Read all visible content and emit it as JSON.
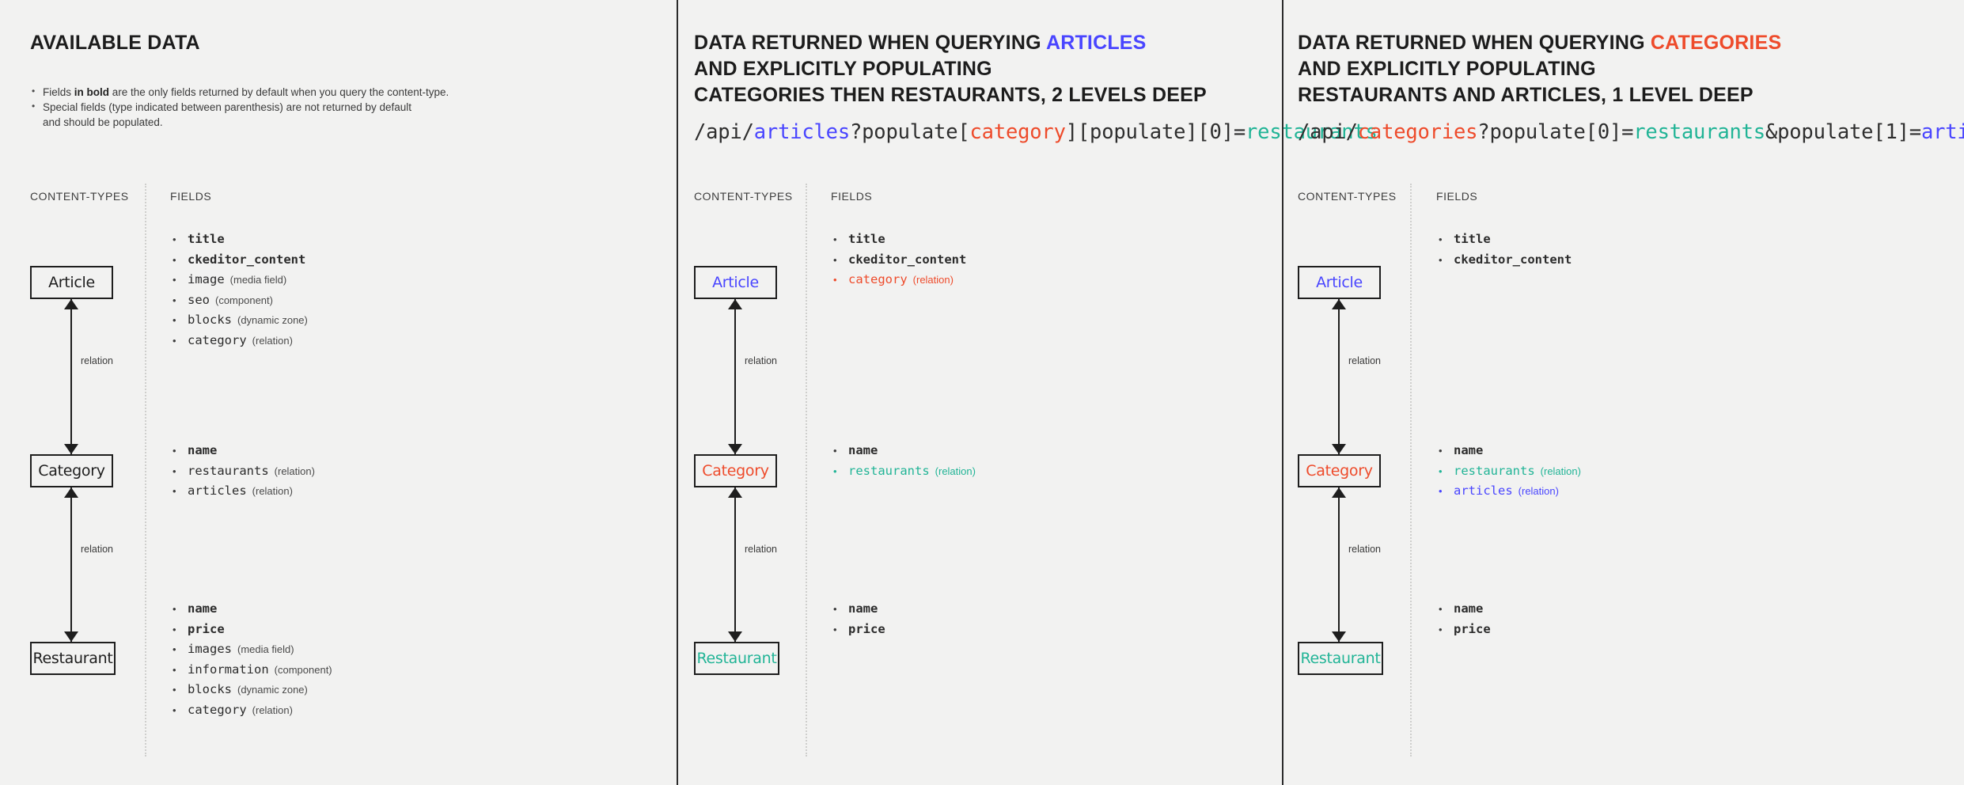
{
  "colors": {
    "background": "#f2f2f1",
    "blue": "#4945ff",
    "red": "#ee4b2b",
    "teal": "#21b496",
    "ink": "#1e1e1e"
  },
  "columns": [
    {
      "id": "available-data",
      "header": {
        "line1_pre": "AVAILABLE DATA",
        "line1_accent": "",
        "line2": "",
        "line3": ""
      },
      "notes": [
        {
          "pre": "Fields ",
          "bold": "in bold",
          "post": " are the only fields returned by default when you query the content-type."
        },
        {
          "pre": "Special fields (type indicated between parenthesis) are not returned by default",
          "bold": "",
          "post": ""
        },
        {
          "pre": "and should be populated.",
          "bold": "",
          "post": "",
          "continuation": true
        }
      ],
      "api": null,
      "sublabels": {
        "content_types": "CONTENT-TYPES",
        "fields": "FIELDS"
      },
      "nodes": [
        {
          "label": "Article",
          "color": "ink"
        },
        {
          "label": "Category",
          "color": "ink"
        },
        {
          "label": "Restaurant",
          "color": "ink"
        }
      ],
      "relations": [
        "relation",
        "relation"
      ],
      "groups": [
        {
          "rows": [
            {
              "name": "title",
              "type": "",
              "bold": true,
              "color": ""
            },
            {
              "name": "ckeditor_content",
              "type": "",
              "bold": true,
              "color": ""
            },
            {
              "name": "image",
              "type": "(media field)",
              "bold": false,
              "color": ""
            },
            {
              "name": "seo",
              "type": "(component)",
              "bold": false,
              "color": ""
            },
            {
              "name": "blocks",
              "type": "(dynamic zone)",
              "bold": false,
              "color": ""
            },
            {
              "name": "category",
              "type": "(relation)",
              "bold": false,
              "color": ""
            }
          ]
        },
        {
          "rows": [
            {
              "name": "name",
              "type": "",
              "bold": true,
              "color": ""
            },
            {
              "name": "restaurants",
              "type": "(relation)",
              "bold": false,
              "color": ""
            },
            {
              "name": "articles",
              "type": "(relation)",
              "bold": false,
              "color": ""
            }
          ]
        },
        {
          "rows": [
            {
              "name": "name",
              "type": "",
              "bold": true,
              "color": ""
            },
            {
              "name": "price",
              "type": "",
              "bold": true,
              "color": ""
            },
            {
              "name": "images",
              "type": "(media field)",
              "bold": false,
              "color": ""
            },
            {
              "name": "information",
              "type": "(component)",
              "bold": false,
              "color": ""
            },
            {
              "name": "blocks",
              "type": "(dynamic zone)",
              "bold": false,
              "color": ""
            },
            {
              "name": "category",
              "type": "(relation)",
              "bold": false,
              "color": ""
            }
          ]
        }
      ]
    },
    {
      "id": "query-articles",
      "header": {
        "line1_pre": "DATA RETURNED WHEN QUERYING ",
        "line1_accent": "ARTICLES",
        "line1_accent_color": "blue",
        "line2": "AND EXPLICITLY POPULATING",
        "line3": "CATEGORIES THEN RESTAURANTS, 2 LEVELS DEEP"
      },
      "notes": [],
      "api": [
        {
          "t": "/api/",
          "c": ""
        },
        {
          "t": "articles",
          "c": "blue"
        },
        {
          "t": "?populate[",
          "c": ""
        },
        {
          "t": "category",
          "c": "red"
        },
        {
          "t": "][populate][0]=",
          "c": ""
        },
        {
          "t": "restaurants",
          "c": "teal"
        }
      ],
      "sublabels": {
        "content_types": "CONTENT-TYPES",
        "fields": "FIELDS"
      },
      "nodes": [
        {
          "label": "Article",
          "color": "blue"
        },
        {
          "label": "Category",
          "color": "red"
        },
        {
          "label": "Restaurant",
          "color": "teal"
        }
      ],
      "relations": [
        "relation",
        "relation"
      ],
      "groups": [
        {
          "rows": [
            {
              "name": "title",
              "type": "",
              "bold": true,
              "color": ""
            },
            {
              "name": "ckeditor_content",
              "type": "",
              "bold": true,
              "color": ""
            },
            {
              "name": "category",
              "type": "(relation)",
              "bold": false,
              "color": "red"
            }
          ]
        },
        {
          "rows": [
            {
              "name": "name",
              "type": "",
              "bold": true,
              "color": ""
            },
            {
              "name": "restaurants",
              "type": "(relation)",
              "bold": false,
              "color": "teal"
            }
          ]
        },
        {
          "rows": [
            {
              "name": "name",
              "type": "",
              "bold": true,
              "color": ""
            },
            {
              "name": "price",
              "type": "",
              "bold": true,
              "color": ""
            }
          ]
        }
      ]
    },
    {
      "id": "query-categories",
      "header": {
        "line1_pre": "DATA RETURNED WHEN QUERYING ",
        "line1_accent": "CATEGORIES",
        "line1_accent_color": "red",
        "line2": "AND EXPLICITLY POPULATING",
        "line3": "RESTAURANTS AND ARTICLES, 1 LEVEL DEEP"
      },
      "notes": [],
      "api": [
        {
          "t": "/api/",
          "c": ""
        },
        {
          "t": "categories",
          "c": "red"
        },
        {
          "t": "?populate[0]=",
          "c": ""
        },
        {
          "t": "restaurants",
          "c": "teal"
        },
        {
          "t": "&populate[1]=",
          "c": ""
        },
        {
          "t": "articles",
          "c": "blue"
        }
      ],
      "sublabels": {
        "content_types": "CONTENT-TYPES",
        "fields": "FIELDS"
      },
      "nodes": [
        {
          "label": "Article",
          "color": "blue"
        },
        {
          "label": "Category",
          "color": "red"
        },
        {
          "label": "Restaurant",
          "color": "teal"
        }
      ],
      "relations": [
        "relation",
        "relation"
      ],
      "groups": [
        {
          "rows": [
            {
              "name": "title",
              "type": "",
              "bold": true,
              "color": ""
            },
            {
              "name": "ckeditor_content",
              "type": "",
              "bold": true,
              "color": ""
            }
          ]
        },
        {
          "rows": [
            {
              "name": "name",
              "type": "",
              "bold": true,
              "color": ""
            },
            {
              "name": "restaurants",
              "type": "(relation)",
              "bold": false,
              "color": "teal"
            },
            {
              "name": "articles",
              "type": "(relation)",
              "bold": false,
              "color": "blue"
            }
          ]
        },
        {
          "rows": [
            {
              "name": "name",
              "type": "",
              "bold": true,
              "color": ""
            },
            {
              "name": "price",
              "type": "",
              "bold": true,
              "color": ""
            }
          ]
        }
      ]
    }
  ]
}
